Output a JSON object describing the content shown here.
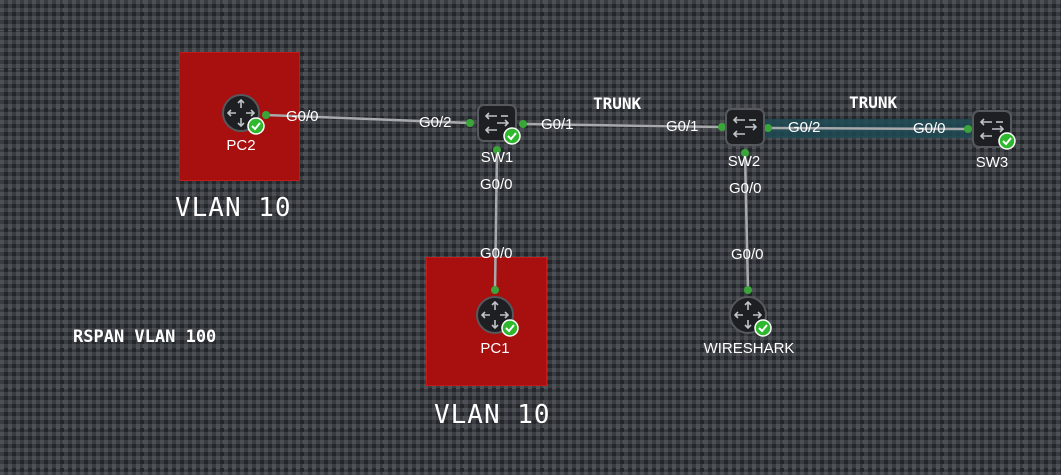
{
  "zones": {
    "pc2_vlan_label": "VLAN 10",
    "pc1_vlan_label": "VLAN 10"
  },
  "note": "RSPAN VLAN 100",
  "links": {
    "trunk_sw1_sw2": "TRUNK",
    "trunk_sw2_sw3": "TRUNK"
  },
  "ports": {
    "pc2_g00": "G0/0",
    "sw1_g02": "G0/2",
    "sw1_g01": "G0/1",
    "sw1_g00": "G0/0",
    "pc1_g00": "G0/0",
    "sw2_g01": "G0/1",
    "sw2_g02": "G0/2",
    "sw2_g00": "G0/0",
    "wireshark_g00": "G0/0",
    "sw3_g00": "G0/0"
  },
  "nodes": {
    "pc2": "PC2",
    "sw1": "SW1",
    "pc1": "PC1",
    "sw2": "SW2",
    "sw3": "SW3",
    "wireshark": "WIRESHARK"
  },
  "colors": {
    "background": "#23262b",
    "zone_red": "#a80f0f",
    "link": "#a7a9ad",
    "port_dot": "#3aa63a",
    "status_ok": "#2eb82e",
    "highlight_link": "#1f4a55"
  },
  "icons": {
    "router": "router-icon",
    "switch": "switch-icon",
    "status": "check-badge-icon"
  }
}
